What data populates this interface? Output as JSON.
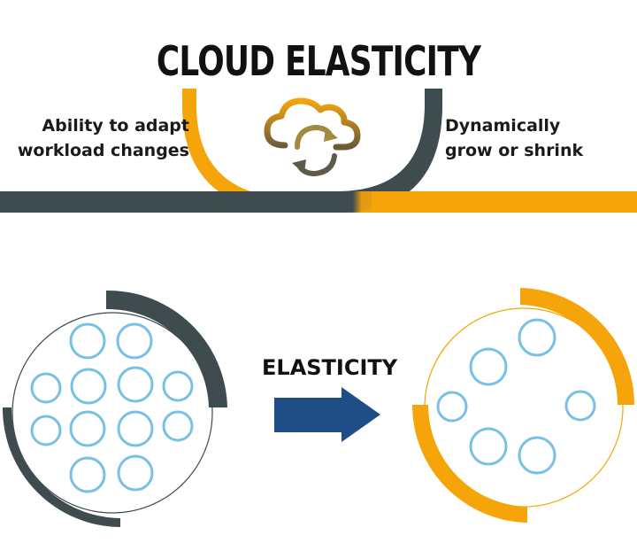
{
  "title": "CLOUD ELASTICITY",
  "left_caption": {
    "line1": "Ability to adapt",
    "line2": "workload changes"
  },
  "right_caption": {
    "line1": "Dynamically",
    "line2": "grow or shrink"
  },
  "arrow_label": "ELASTICITY",
  "colors": {
    "dark": "#3e4b4f",
    "orange": "#f5a50a",
    "blue_arrow": "#1f4e87",
    "bubble": "#79c0e6"
  },
  "icons": {
    "cloud": "cloud-sync-icon",
    "arrow": "right-arrow-icon"
  }
}
